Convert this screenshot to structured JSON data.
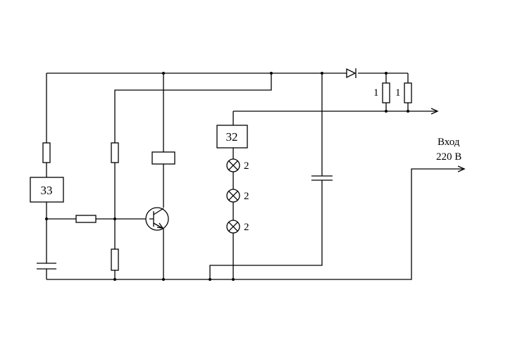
{
  "diagram": {
    "blocks": {
      "b33": "33",
      "b32": "32"
    },
    "lamp_labels": [
      "2",
      "2",
      "2"
    ],
    "resistor_labels": [
      "1",
      "1"
    ],
    "input_label": {
      "line1": "Вход",
      "line2": "220 В"
    }
  }
}
